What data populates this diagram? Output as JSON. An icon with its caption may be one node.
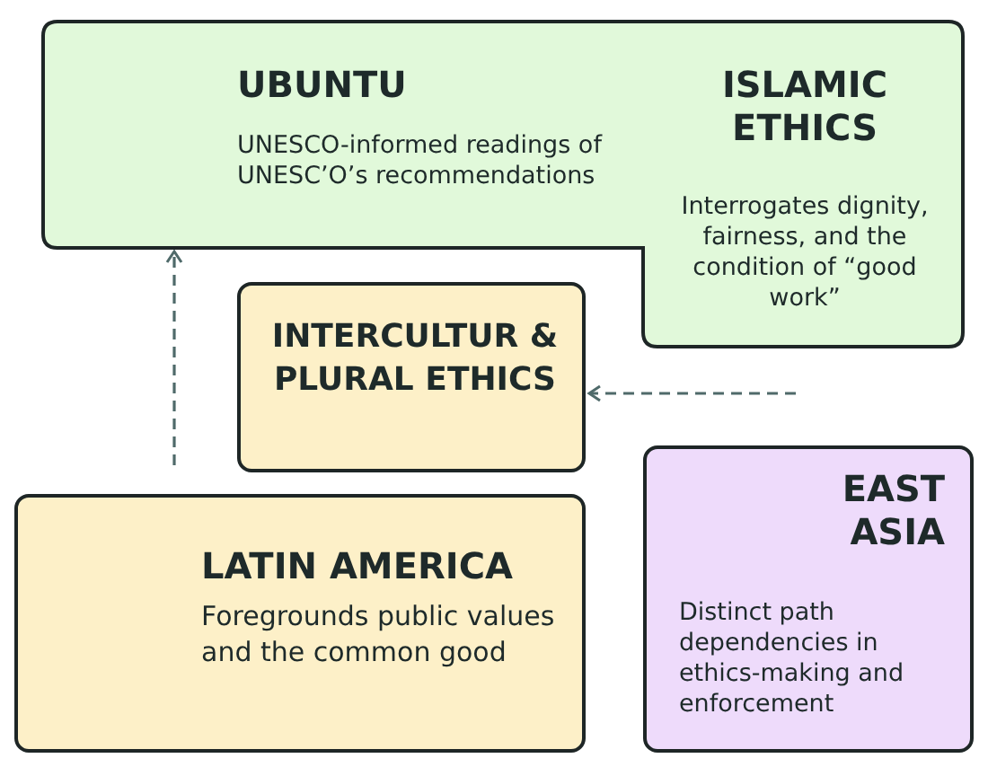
{
  "diagram": {
    "nodes": [
      {
        "text": [
          "UBUNTU",
          "UNESCO-informed readings of UNESC’O’s recommendations",
          "ISLAMIC ETHICS",
          "Interrogates dignity, fairness, and the condition of “good work”"
        ]
      },
      {
        "text": [
          "INTERCULTUR & PLURAL ETHICS"
        ]
      },
      {
        "text": [
          "LATIN AMERICA",
          "Foregrounds public values and the common good"
        ]
      },
      {
        "text": [
          "EAST ASIA",
          "Distinct path dependencies in ethics-making and enforcement"
        ]
      }
    ],
    "edges": [
      {
        "from": 2,
        "to": 0,
        "arrow": "to",
        "style": "dashed"
      },
      {
        "from": null,
        "to": 1,
        "arrow": "to",
        "style": "dashed"
      }
    ]
  }
}
